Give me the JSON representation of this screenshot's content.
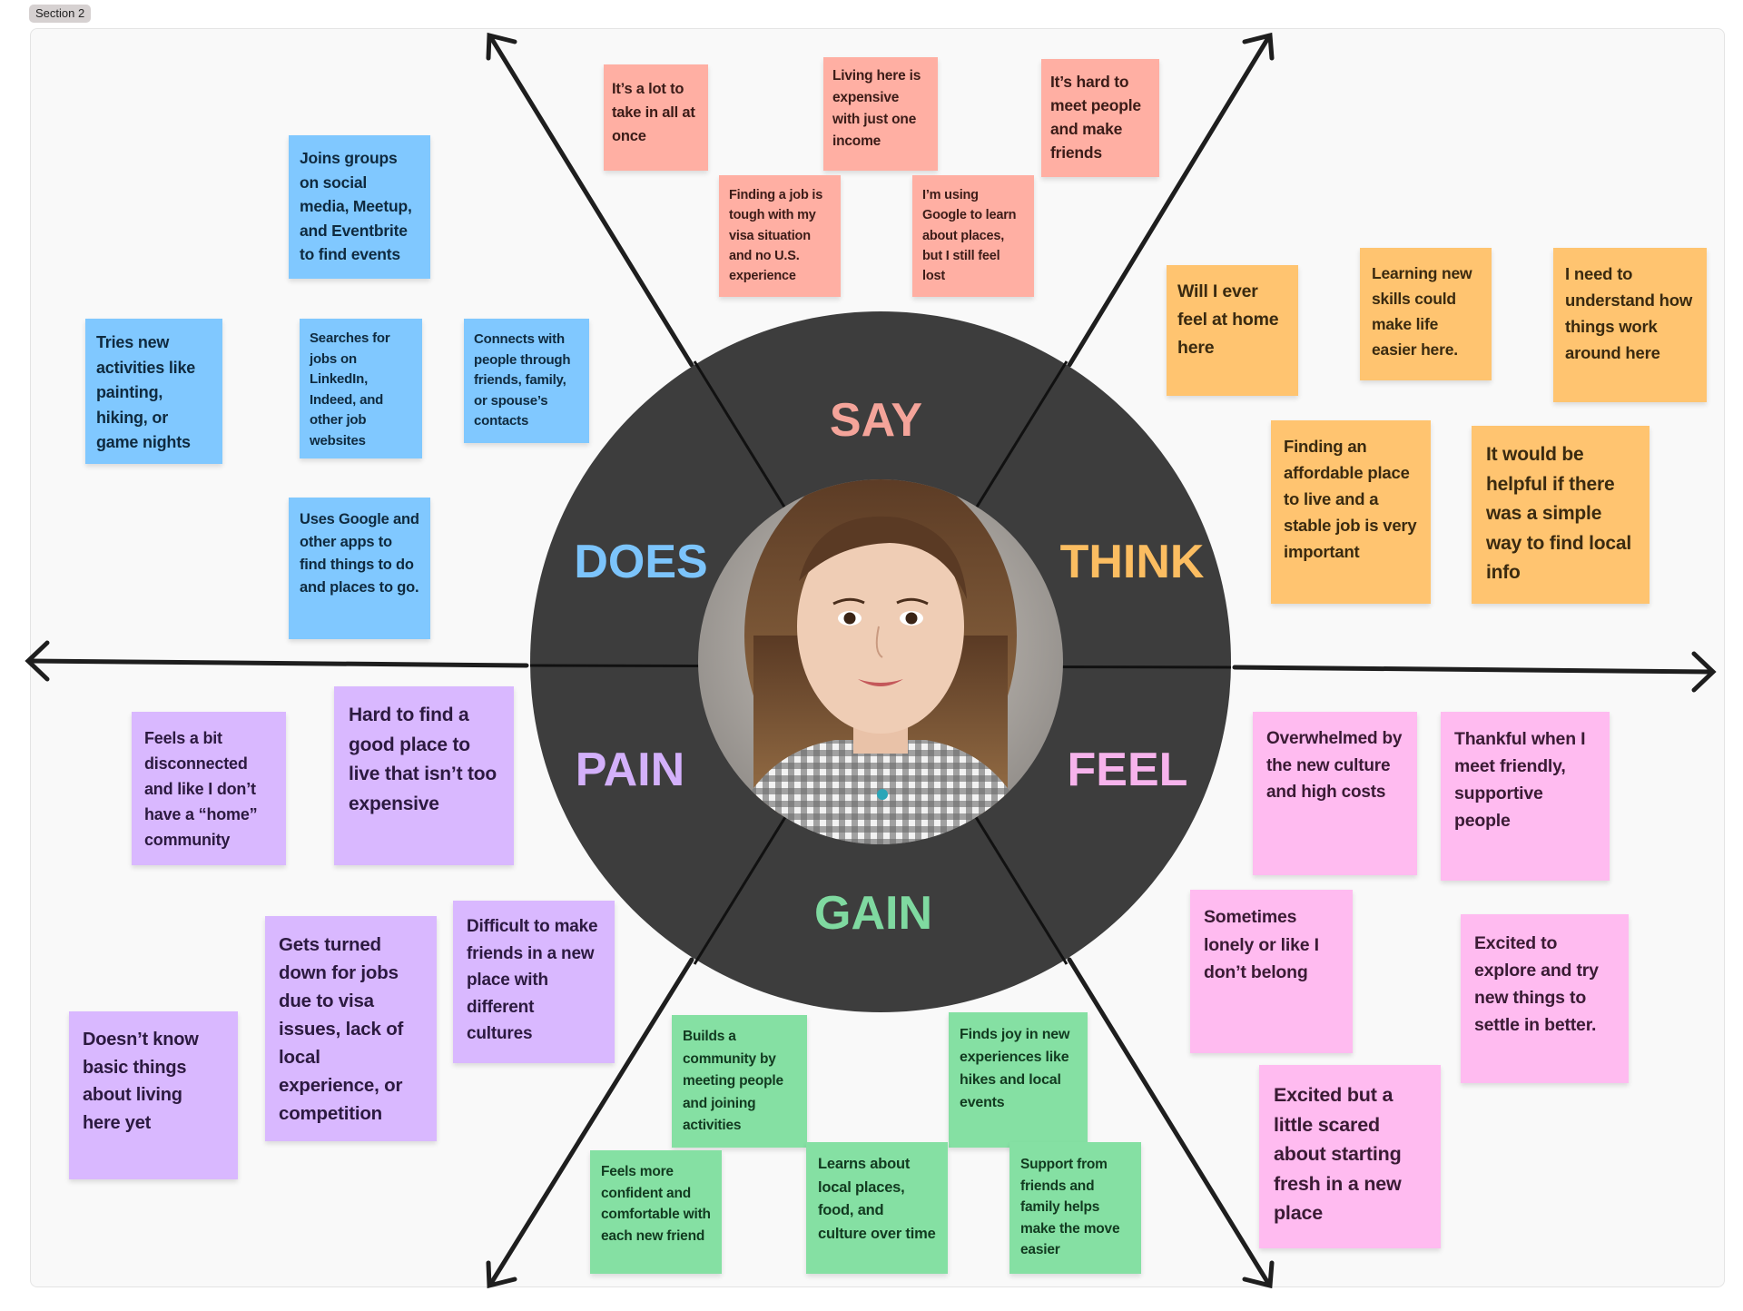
{
  "section": {
    "label": "Section 2"
  },
  "colors": {
    "say": "#ffafa3",
    "does": "#80c8ff",
    "think": "#ffc470",
    "pain": "#d9b8ff",
    "feel": "#ffbbf0",
    "gain": "#85e0a3",
    "wheel": "#3d3d3d",
    "arrow": "#1e1e1e"
  },
  "wheel": {
    "segments": [
      {
        "label": "SAY",
        "color": "#f4a49a"
      },
      {
        "label": "THINK",
        "color": "#fbbd61"
      },
      {
        "label": "FEEL",
        "color": "#f7b3ec"
      },
      {
        "label": "GAIN",
        "color": "#7fd9a0"
      },
      {
        "label": "PAIN",
        "color": "#d3b0fa"
      },
      {
        "label": "DOES",
        "color": "#7cc4fb"
      }
    ],
    "photo": "persona-portrait"
  },
  "notes": {
    "say": [
      "It’s a lot to take in all at once",
      "Living here is expensive with just one income",
      "It’s hard to meet people and make friends",
      "Finding a job is tough with my visa situation and no U.S. experience",
      "I’m using Google to learn about places, but I still feel lost"
    ],
    "does": [
      "Joins groups on social media, Meetup, and Eventbrite to find events",
      "Tries new activities like painting, hiking, or game nights",
      "Searches for jobs on LinkedIn, Indeed, and other job websites",
      "Connects with people through friends, family, or spouse’s contacts",
      "Uses Google and other apps to find things to do and places to go."
    ],
    "think": [
      "Will I ever feel at home here",
      "Learning new skills could make life easier here.",
      "I need to understand how things work around here",
      "Finding an affordable place to live and a stable job is very important",
      "It would be helpful if there was a simple way to find local info"
    ],
    "pain": [
      "Feels a bit disconnected and like I don’t have a “home” community",
      "Hard to find a good place to live that isn’t too expensive",
      "Doesn’t know basic things about living here yet",
      "Gets turned down for jobs due to visa issues, lack of local experience, or competition",
      "Difficult to make friends in a new place with different cultures"
    ],
    "feel": [
      "Overwhelmed by the new culture and high costs",
      "Thankful when I meet friendly, supportive people",
      "Sometimes lonely or like I don’t belong",
      "Excited to explore and try new things to settle in better.",
      "Excited but a little scared about starting fresh in a new place"
    ],
    "gain": [
      "Builds a community by meeting people and joining activities",
      "Finds joy in new experiences like hikes and local events",
      "Feels more confident and comfortable with each new friend",
      "Learns about local places, food, and culture over time",
      "Support from friends and family helps make the move easier"
    ]
  }
}
